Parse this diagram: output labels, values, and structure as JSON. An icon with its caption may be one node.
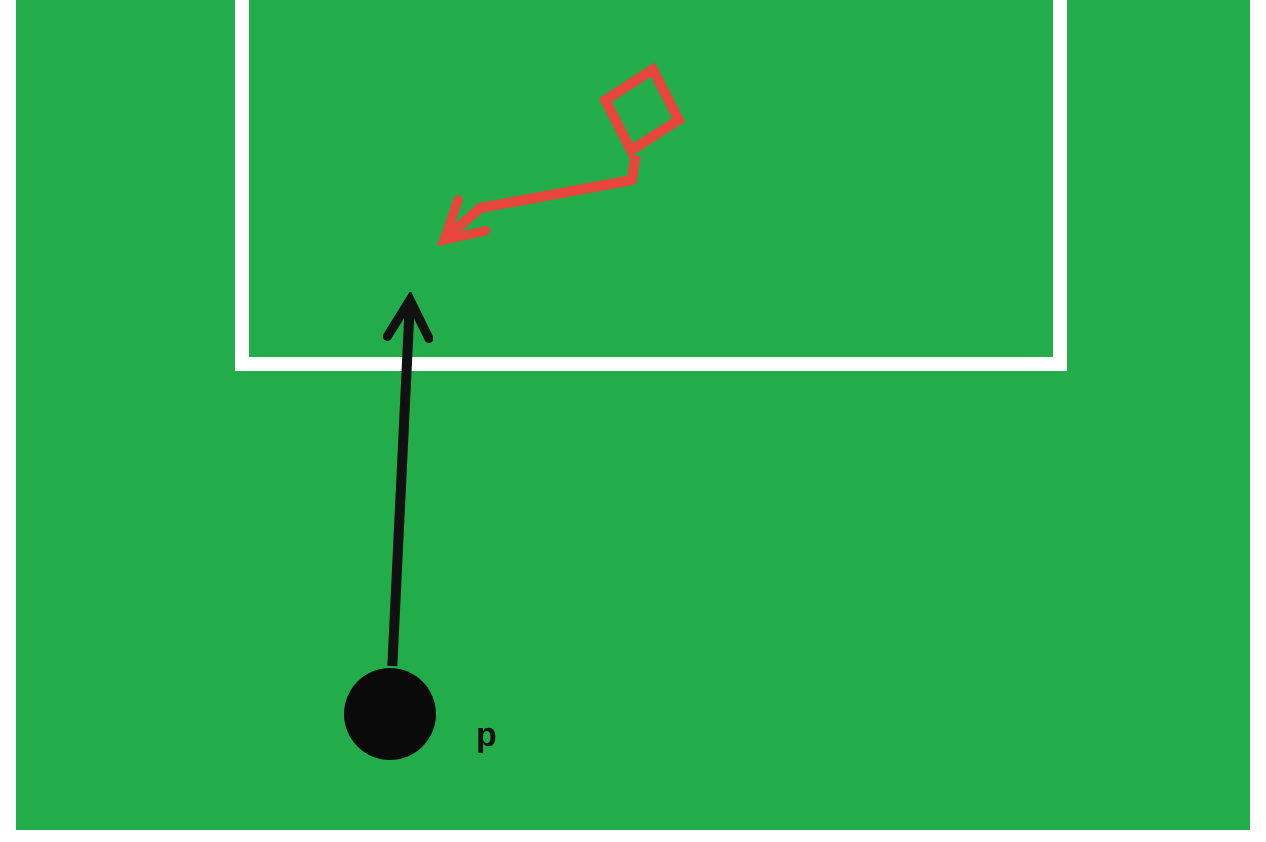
{
  "diagram": {
    "nodes": [
      {
        "text": [],
        "shape": "circle",
        "beside": [
          "p"
        ]
      },
      {
        "text": [],
        "shape": "diamond"
      }
    ],
    "edges": [
      {
        "from": 0,
        "to": null,
        "arrow": "to"
      },
      {
        "from": 1,
        "to": null,
        "arrow": "to",
        "color": "#e8453c"
      }
    ]
  }
}
